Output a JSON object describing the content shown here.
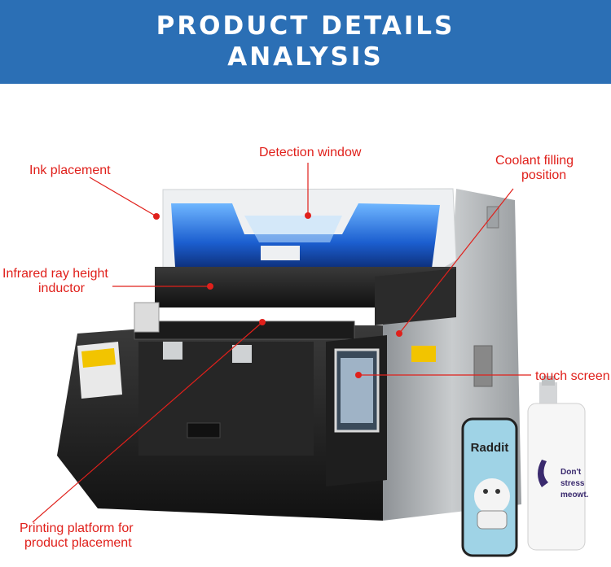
{
  "header": {
    "title_line1": "PRODUCT DETAILS",
    "title_line2": "ANALYSIS",
    "background": "#2b6fb5"
  },
  "callouts": {
    "ink_placement": "Ink placement",
    "detection_window": "Detection window",
    "coolant_line1": "Coolant filling",
    "coolant_line2": "position",
    "infrared_line1": "Infrared ray height",
    "infrared_line2": "inductor",
    "touch_screen": "touch screen",
    "platform_line1": "Printing platform for",
    "platform_line2": "product placement"
  },
  "products": {
    "phone_case_text": "Raddit",
    "bottle_text_line1": "Don't",
    "bottle_text_line2": "stress",
    "bottle_text_line3": "meowt."
  },
  "colors": {
    "accent": "#e0201b",
    "printer_black": "#1c1c1c",
    "panel_silver": "#b7babd",
    "window_blue": "#1d63d6"
  }
}
